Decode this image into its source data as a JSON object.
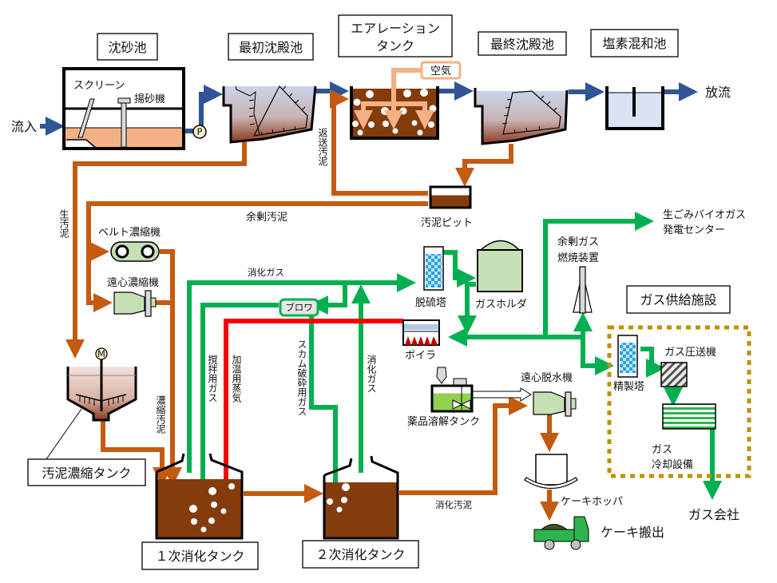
{
  "title_boxes": {
    "grit_chamber": "沈砂池",
    "primary_settling": "最初沈殿池",
    "aeration_tank_line1": "エアレーション",
    "aeration_tank_line2": "タンク",
    "final_settling": "最終沈殿池",
    "chlorine_mixing": "塩素混和池",
    "gas_supply_facility": "ガス供給施設",
    "sludge_thickening_tank": "汚泥濃縮タンク",
    "primary_digestion_tank": "１次消化タンク",
    "secondary_digestion_tank": "２次消化タンク"
  },
  "labels": {
    "inflow": "流入",
    "discharge": "放流",
    "screen": "スクリーン",
    "grit_lifter": "揚砂機",
    "pump": "P",
    "air": "空気",
    "return_sludge": "返送汚泥",
    "raw_sludge": "生汚泥",
    "excess_sludge": "余剰汚泥",
    "sludge_pit": "汚泥ピット",
    "belt_thickener": "ベルト濃縮機",
    "centrifugal_thickener": "遠心濃縮機",
    "digestion_gas_top": "消化ガス",
    "blower": "ブロワ",
    "desulfurizer": "脱硫塔",
    "gas_holder": "ガスホルダ",
    "boiler": "ボイラ",
    "biogas_center_line1": "生ごみバイオガス",
    "biogas_center_line2": "発電センター",
    "flare_line1": "余剰ガス",
    "flare_line2": "燃焼装置",
    "motor": "M",
    "thickened_sludge": "濃縮汚泥",
    "mixing_gas": "撹拌用ガス",
    "heating_steam": "加温用蒸気",
    "scum_breaking_gas": "スカム破砕用ガス",
    "digestion_gas_vertical": "消化ガス",
    "chemical_tank": "薬品溶解タンク",
    "centrifugal_dewaterer": "遠心脱水機",
    "digested_sludge": "消化汚泥",
    "cake_hopper": "ケーキホッパ",
    "cake_removal": "ケーキ搬出",
    "refining_tower": "精製塔",
    "gas_compressor": "ガス圧送機",
    "gas_cooler_line1": "ガス",
    "gas_cooler_line2": "冷却設備",
    "gas_company": "ガス会社"
  },
  "colors": {
    "water_line": "#2f5597",
    "sludge_line": "#c55a11",
    "gas_line": "#00b050",
    "steam_line": "#ff0000",
    "air_line": "#f4b183",
    "sludge_fill": "#843c0c",
    "gas_facility_border": "#bf9000"
  }
}
